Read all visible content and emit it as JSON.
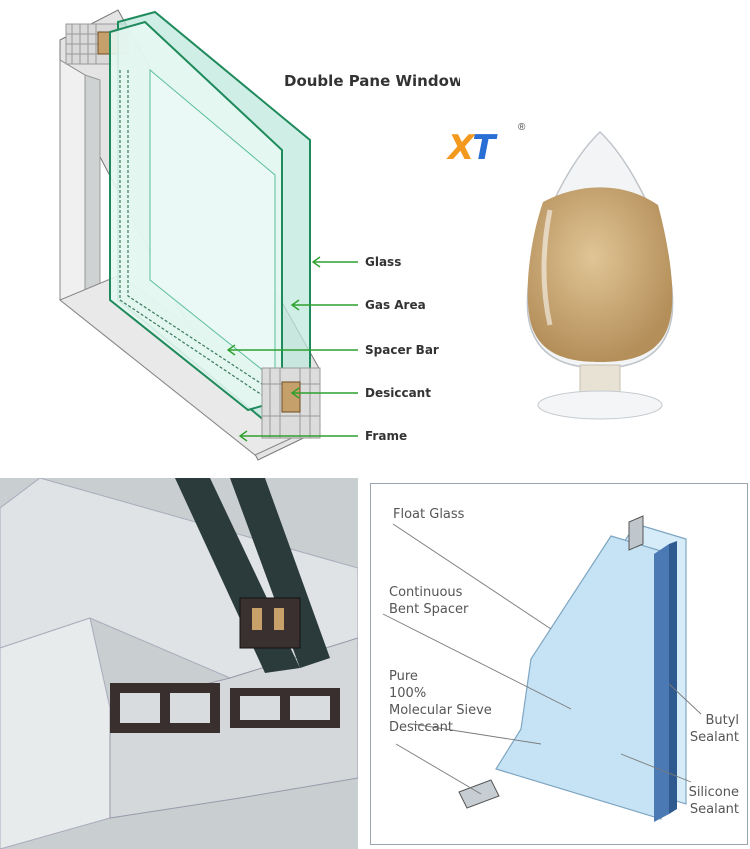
{
  "top_left": {
    "title": "Double Pane Window",
    "labels": [
      "Glass",
      "Gas Area",
      "Spacer Bar",
      "Desiccant",
      "Frame"
    ]
  },
  "top_right": {
    "logo_text": "XT",
    "registered_mark": "®",
    "colors": {
      "logo_orange": "#f39a1e",
      "logo_blue": "#2a6fd6",
      "beads": "#c9a877"
    }
  },
  "bottom_right": {
    "labels": {
      "float_glass": "Float Glass",
      "spacer": "Continuous\nBent Spacer",
      "desiccant": "Pure\n100%\nMolecular Sieve\nDesiccant",
      "butyl": "Butyl\nSealant",
      "silicone": "Silicone\nSealant"
    }
  },
  "colors": {
    "label_arrow": "#2ea12e",
    "glass": "#bfe8dc",
    "glass_edge": "#1f8a5c"
  }
}
